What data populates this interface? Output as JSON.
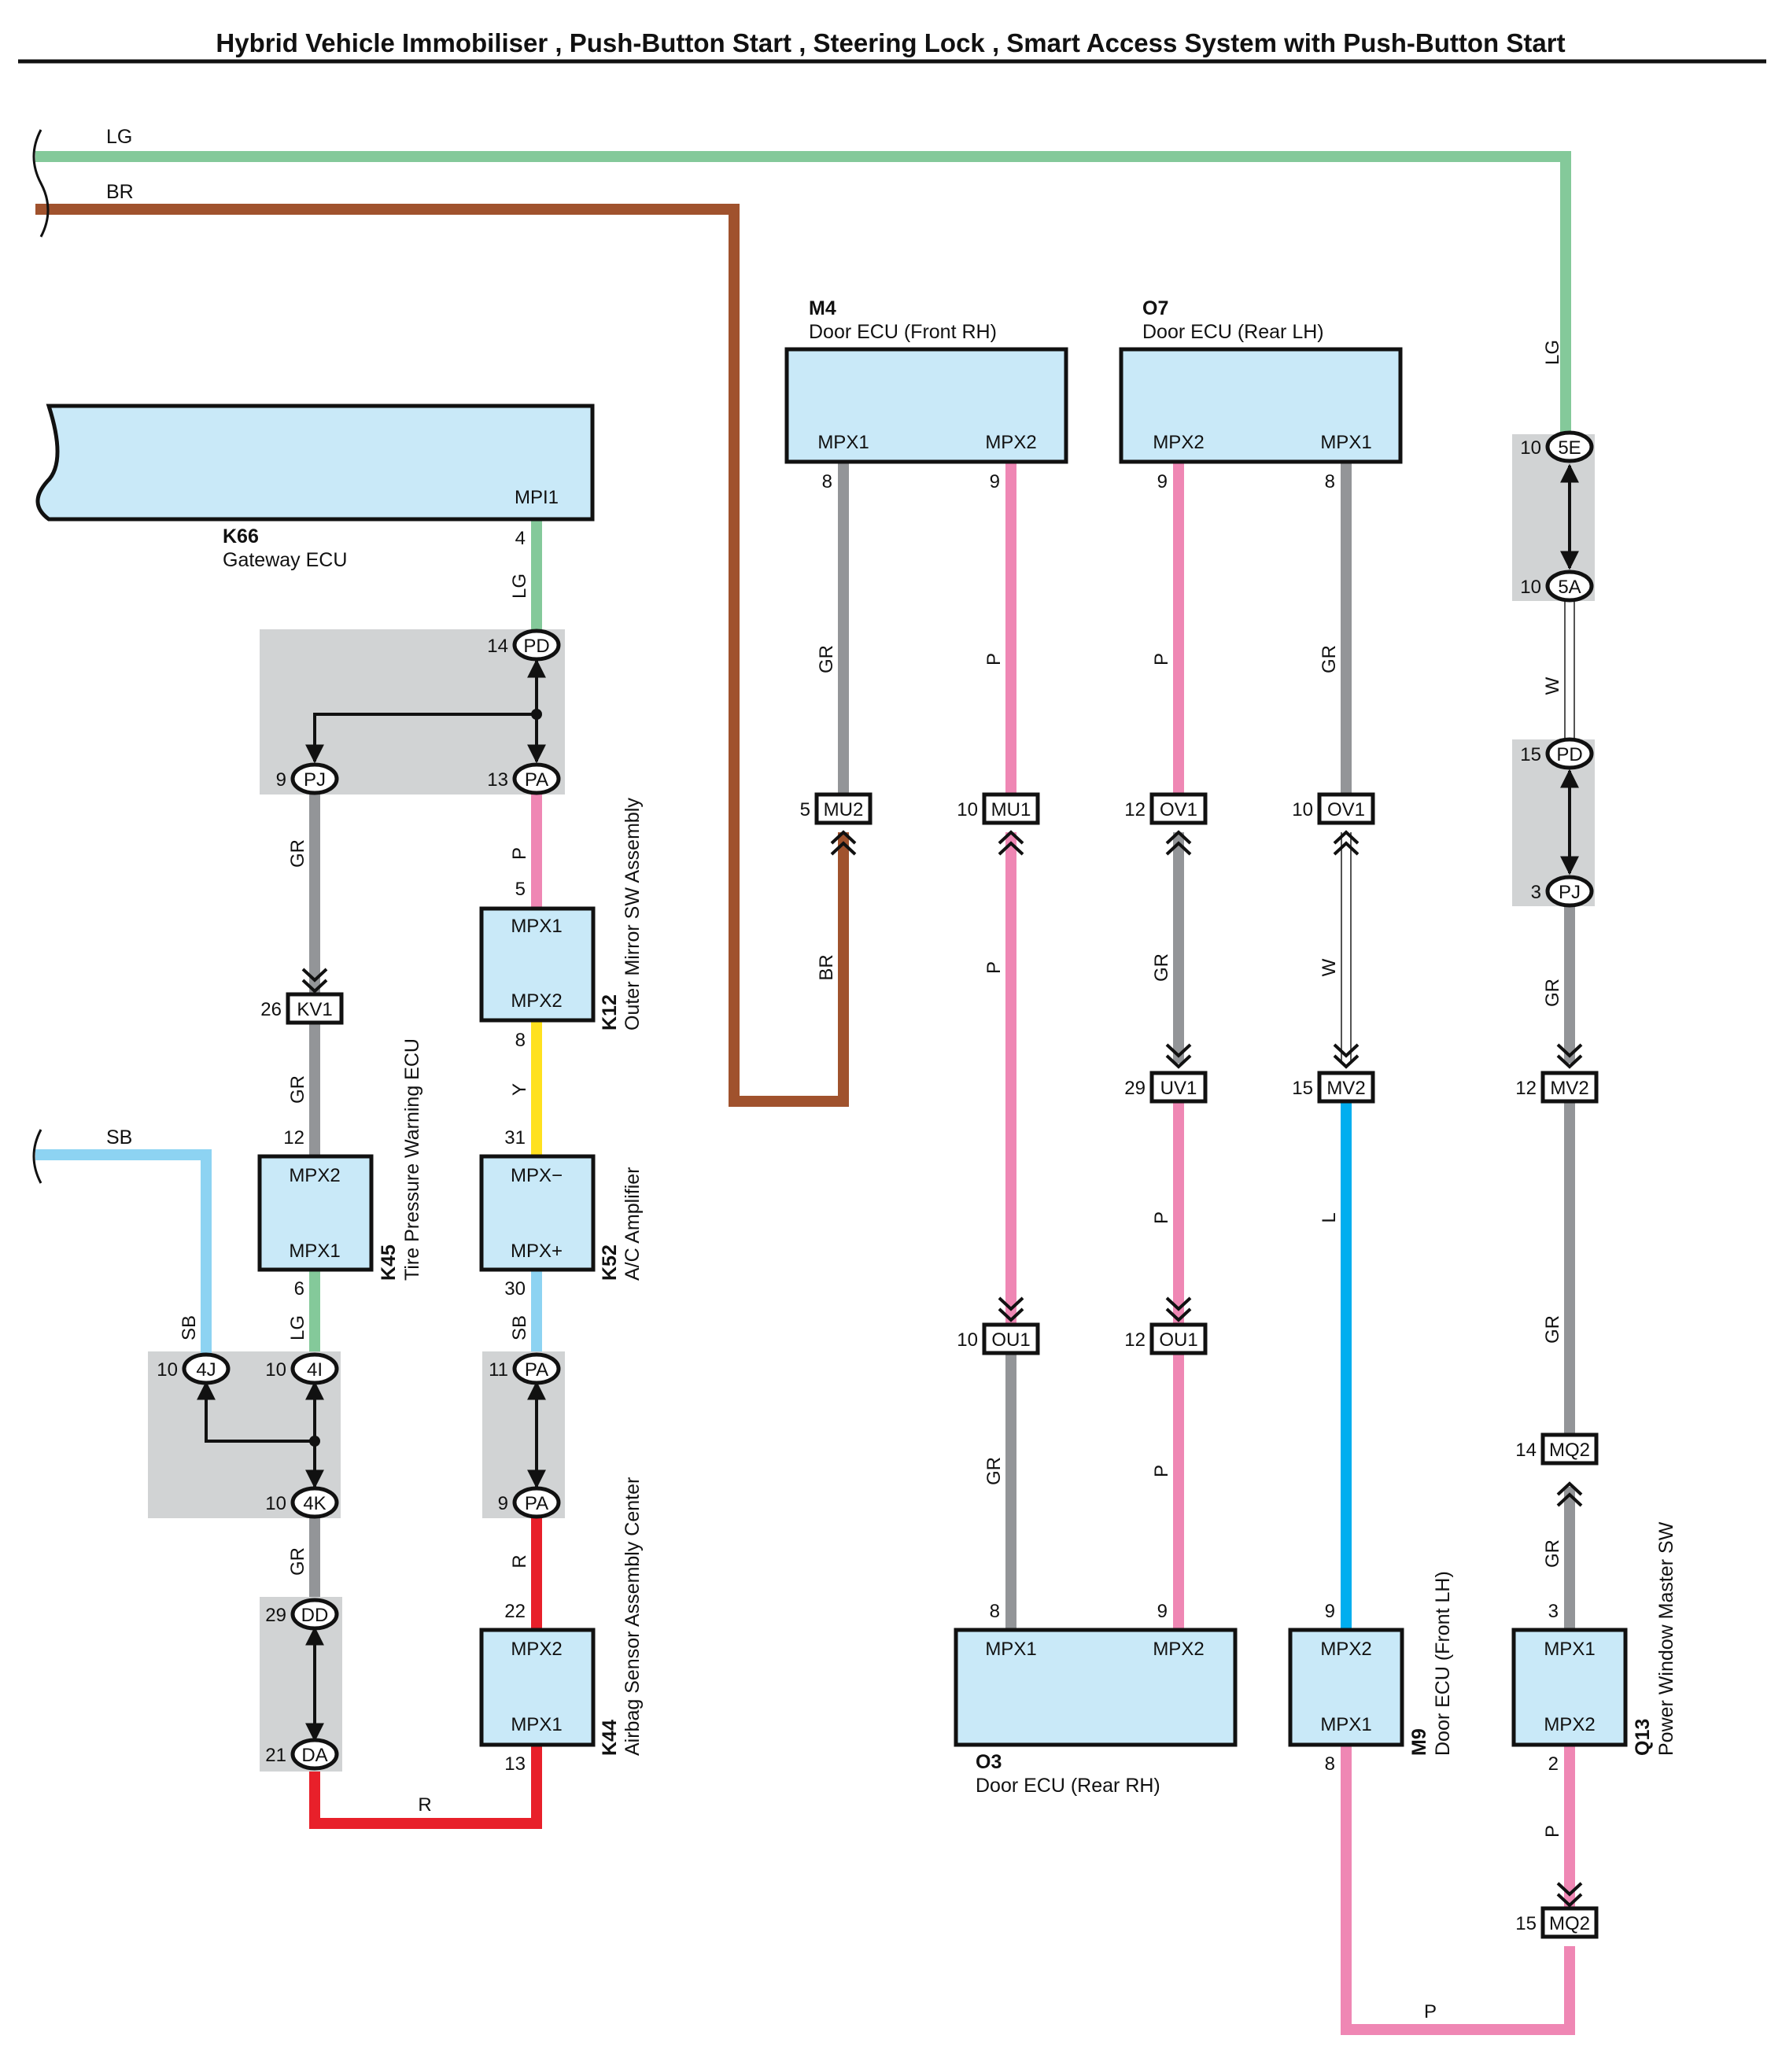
{
  "title": "Hybrid Vehicle Immobiliser , Push-Button Start , Steering Lock , Smart Access System with Push-Button Start",
  "colors": {
    "LG": "#84c99a",
    "BR": "#a0522d",
    "GR": "#939598",
    "P": "#ef87b4",
    "Y": "#ffe11f",
    "SB": "#8dd3f2",
    "R": "#e8202a",
    "L": "#00aeef",
    "W": "#ffffff",
    "component_fill": "#c9e9f8",
    "splice_box": "#d1d3d4"
  },
  "bus_labels": {
    "lg": "LG",
    "br": "BR",
    "sb": "SB"
  },
  "components": {
    "k66": {
      "code": "K66",
      "name": "Gateway ECU",
      "pin": "MPI1",
      "pin_no": "4"
    },
    "m4": {
      "code": "M4",
      "name": "Door ECU (Front RH)",
      "pin_a": "MPX1",
      "pin_b": "MPX2",
      "no_a": "8",
      "no_b": "9"
    },
    "o7": {
      "code": "O7",
      "name": "Door ECU (Rear LH)",
      "pin_a": "MPX2",
      "pin_b": "MPX1",
      "no_a": "9",
      "no_b": "8"
    },
    "k12": {
      "code": "K12",
      "name": "Outer Mirror SW Assembly",
      "pin_top": "MPX1",
      "pin_bot": "MPX2",
      "no_top": "5",
      "no_bot": "8"
    },
    "k45": {
      "code": "K45",
      "name": "Tire Pressure Warning ECU",
      "pin_top": "MPX2",
      "pin_bot": "MPX1",
      "no_top": "12",
      "no_bot": "6"
    },
    "k52": {
      "code": "K52",
      "name": "A/C Amplifier",
      "pin_top": "MPX−",
      "pin_bot": "MPX+",
      "no_top": "31",
      "no_bot": "30"
    },
    "k44": {
      "code": "K44",
      "name": "Airbag Sensor Assembly Center",
      "pin_top": "MPX2",
      "pin_bot": "MPX1",
      "no_top": "22",
      "no_bot": "13"
    },
    "o3": {
      "code": "O3",
      "name": "Door ECU (Rear RH)",
      "pin_a": "MPX1",
      "pin_b": "MPX2",
      "no_a": "8",
      "no_b": "9"
    },
    "m9": {
      "code": "M9",
      "name": "Door ECU (Front LH)",
      "pin_top": "MPX2",
      "pin_bot": "MPX1",
      "no_top": "9",
      "no_bot": "8"
    },
    "q13": {
      "code": "Q13",
      "name": "Power Window Master SW",
      "pin_top": "MPX1",
      "pin_bot": "MPX2",
      "no_top": "3",
      "no_bot": "2"
    }
  },
  "splices": {
    "pd_left": {
      "label": "PD",
      "no": "14"
    },
    "pj_left": {
      "label": "PJ",
      "no": "9"
    },
    "pa_top": {
      "label": "PA",
      "no": "13"
    },
    "j4j": {
      "label": "4J",
      "no": "10"
    },
    "j4i": {
      "label": "4I",
      "no": "10"
    },
    "j4k": {
      "label": "4K",
      "no": "10"
    },
    "pa_mid": {
      "label": "PA",
      "no": "11"
    },
    "pa_bot": {
      "label": "PA",
      "no": "9"
    },
    "dd": {
      "label": "DD",
      "no": "29"
    },
    "da": {
      "label": "DA",
      "no": "21"
    },
    "e5": {
      "label": "5E",
      "no": "10"
    },
    "a5": {
      "label": "5A",
      "no": "10"
    },
    "pd_right": {
      "label": "PD",
      "no": "15"
    },
    "pj_right": {
      "label": "PJ",
      "no": "3"
    }
  },
  "connectors": {
    "kv1": {
      "label": "KV1",
      "no": "26"
    },
    "mu2": {
      "label": "MU2",
      "no": "5"
    },
    "mu1": {
      "label": "MU1",
      "no": "10"
    },
    "ov1a": {
      "label": "OV1",
      "no": "12"
    },
    "ov1b": {
      "label": "OV1",
      "no": "10"
    },
    "uv1": {
      "label": "UV1",
      "no": "29"
    },
    "mv2a": {
      "label": "MV2",
      "no": "15"
    },
    "mv2b": {
      "label": "MV2",
      "no": "12"
    },
    "ou1a": {
      "label": "OU1",
      "no": "10"
    },
    "ou1b": {
      "label": "OU1",
      "no": "12"
    },
    "mq2a": {
      "label": "MQ2",
      "no": "14"
    },
    "mq2b": {
      "label": "MQ2",
      "no": "15"
    }
  },
  "wire_labels": {
    "k66_lg": "LG",
    "pj_gr": "GR",
    "k12_p": "P",
    "kv1_gr": "GR",
    "k12_y": "Y",
    "sb_left": "SB",
    "k45_lg": "LG",
    "k52_sb": "SB",
    "k4k_gr": "GR",
    "pa_r": "R",
    "k44_r": "R",
    "m4_gr": "GR",
    "mu2_br": "BR",
    "m4_p": "P",
    "mu1_p": "P",
    "o7_p": "P",
    "ov1_gr": "GR",
    "uv1_p": "P",
    "o7_gr": "GR",
    "ov1_w": "W",
    "mv2_l": "L",
    "ou1_gr": "GR",
    "ou1_p": "P",
    "right_lg": "LG",
    "right_w": "W",
    "pj_gr_r": "GR",
    "mv2_gr": "GR",
    "mq2_gr": "GR",
    "q13_p": "P",
    "bottom_p": "P"
  }
}
